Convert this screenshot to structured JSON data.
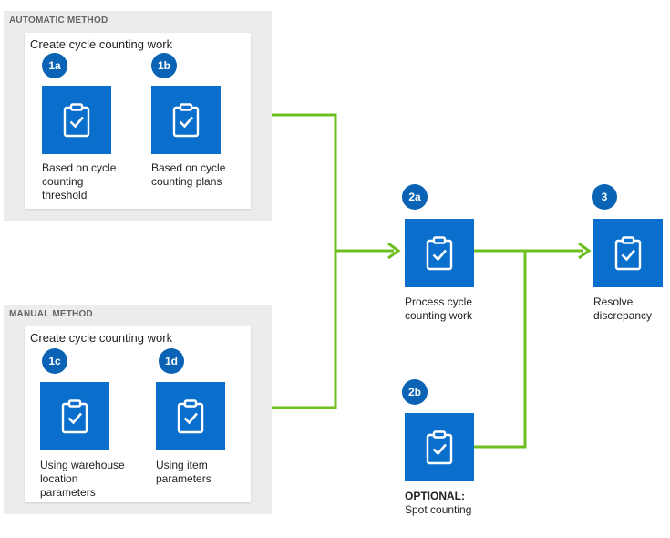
{
  "automatic": {
    "title": "AUTOMATIC METHOD",
    "panel_title": "Create cycle counting work",
    "steps": [
      {
        "badge": "1a",
        "lines": [
          "Based on cycle",
          "counting",
          "threshold"
        ]
      },
      {
        "badge": "1b",
        "lines": [
          "Based on cycle",
          "counting plans"
        ]
      }
    ]
  },
  "manual": {
    "title": "MANUAL METHOD",
    "panel_title": "Create cycle counting work",
    "steps": [
      {
        "badge": "1c",
        "lines": [
          "Using warehouse",
          "location",
          "parameters"
        ]
      },
      {
        "badge": "1d",
        "lines": [
          "Using item",
          "parameters"
        ]
      }
    ]
  },
  "process": {
    "badge": "2a",
    "lines": [
      "Process cycle",
      "counting work"
    ]
  },
  "optional": {
    "badge": "2b",
    "label": "OPTIONAL:",
    "lines": [
      "Spot counting"
    ]
  },
  "resolve": {
    "badge": "3",
    "lines": [
      "Resolve",
      "discrepancy"
    ]
  },
  "icon": "clipboard-check-icon",
  "colors": {
    "tile": "#0a6fcc",
    "badge": "#0a63b4",
    "connector": "#6cbf1f",
    "group_bg": "#ececec"
  }
}
